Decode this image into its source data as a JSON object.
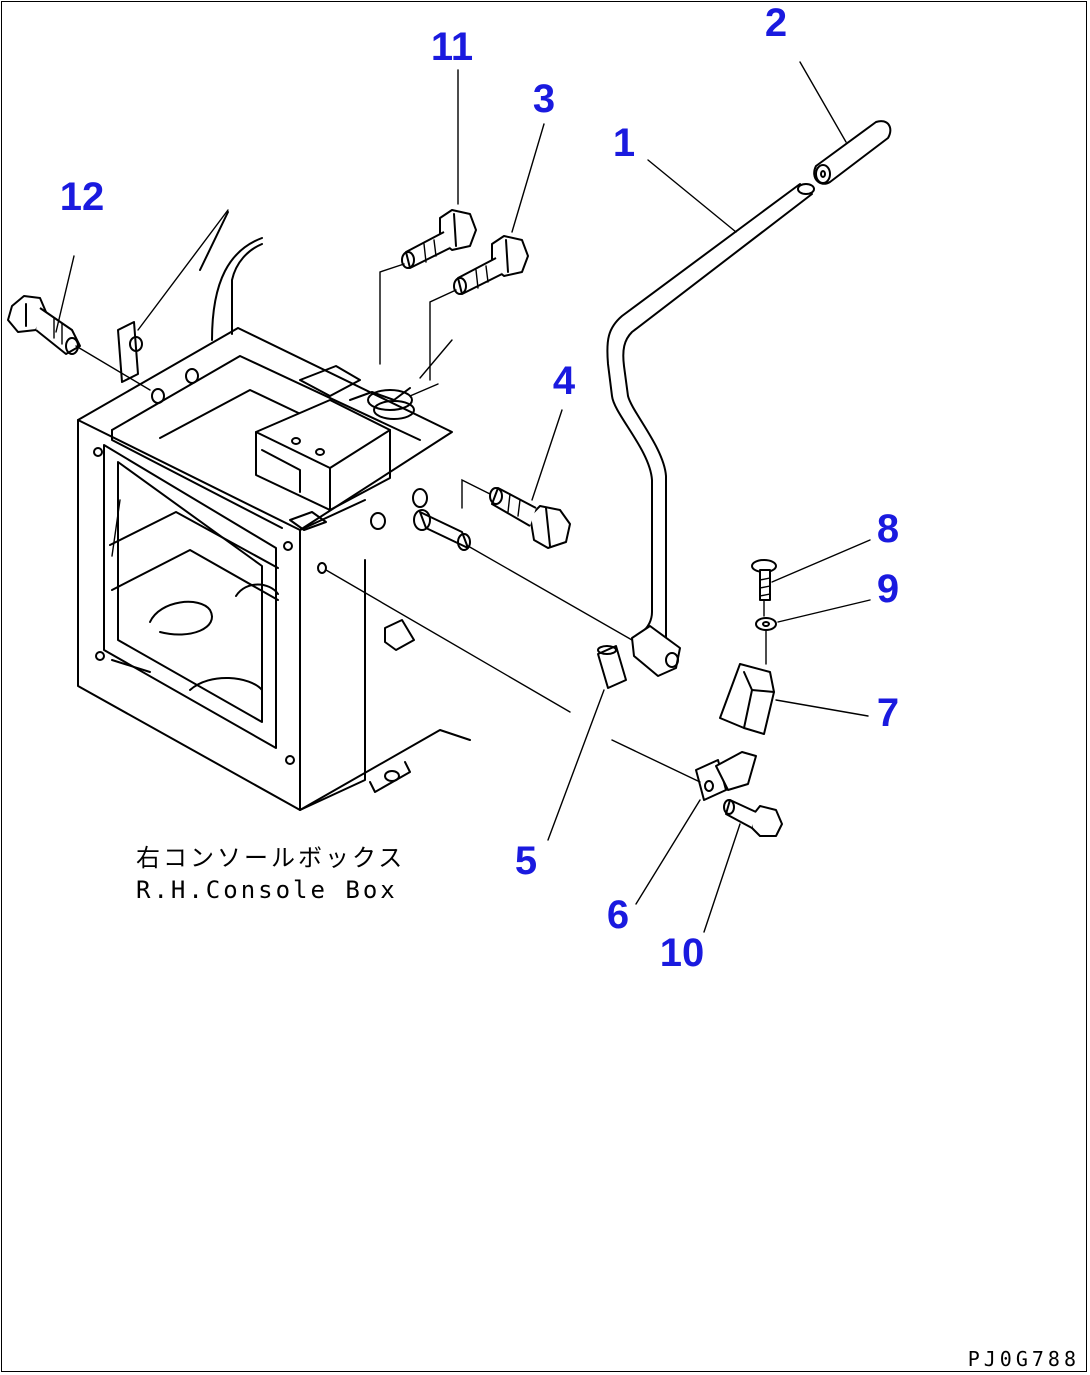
{
  "diagram": {
    "callouts": [
      {
        "id": "1",
        "label": "1"
      },
      {
        "id": "2",
        "label": "2"
      },
      {
        "id": "3",
        "label": "3"
      },
      {
        "id": "4",
        "label": "4"
      },
      {
        "id": "5",
        "label": "5"
      },
      {
        "id": "6",
        "label": "6"
      },
      {
        "id": "7",
        "label": "7"
      },
      {
        "id": "8",
        "label": "8"
      },
      {
        "id": "9",
        "label": "9"
      },
      {
        "id": "10",
        "label": "10"
      },
      {
        "id": "11",
        "label": "11"
      },
      {
        "id": "12",
        "label": "12"
      }
    ],
    "caption_jp": "右コンソールボックス",
    "caption_en": "R.H.Console Box",
    "drawing_number": "PJ0G788"
  },
  "colors": {
    "callout": "#1a1adf",
    "line": "#000000",
    "background": "#ffffff"
  }
}
